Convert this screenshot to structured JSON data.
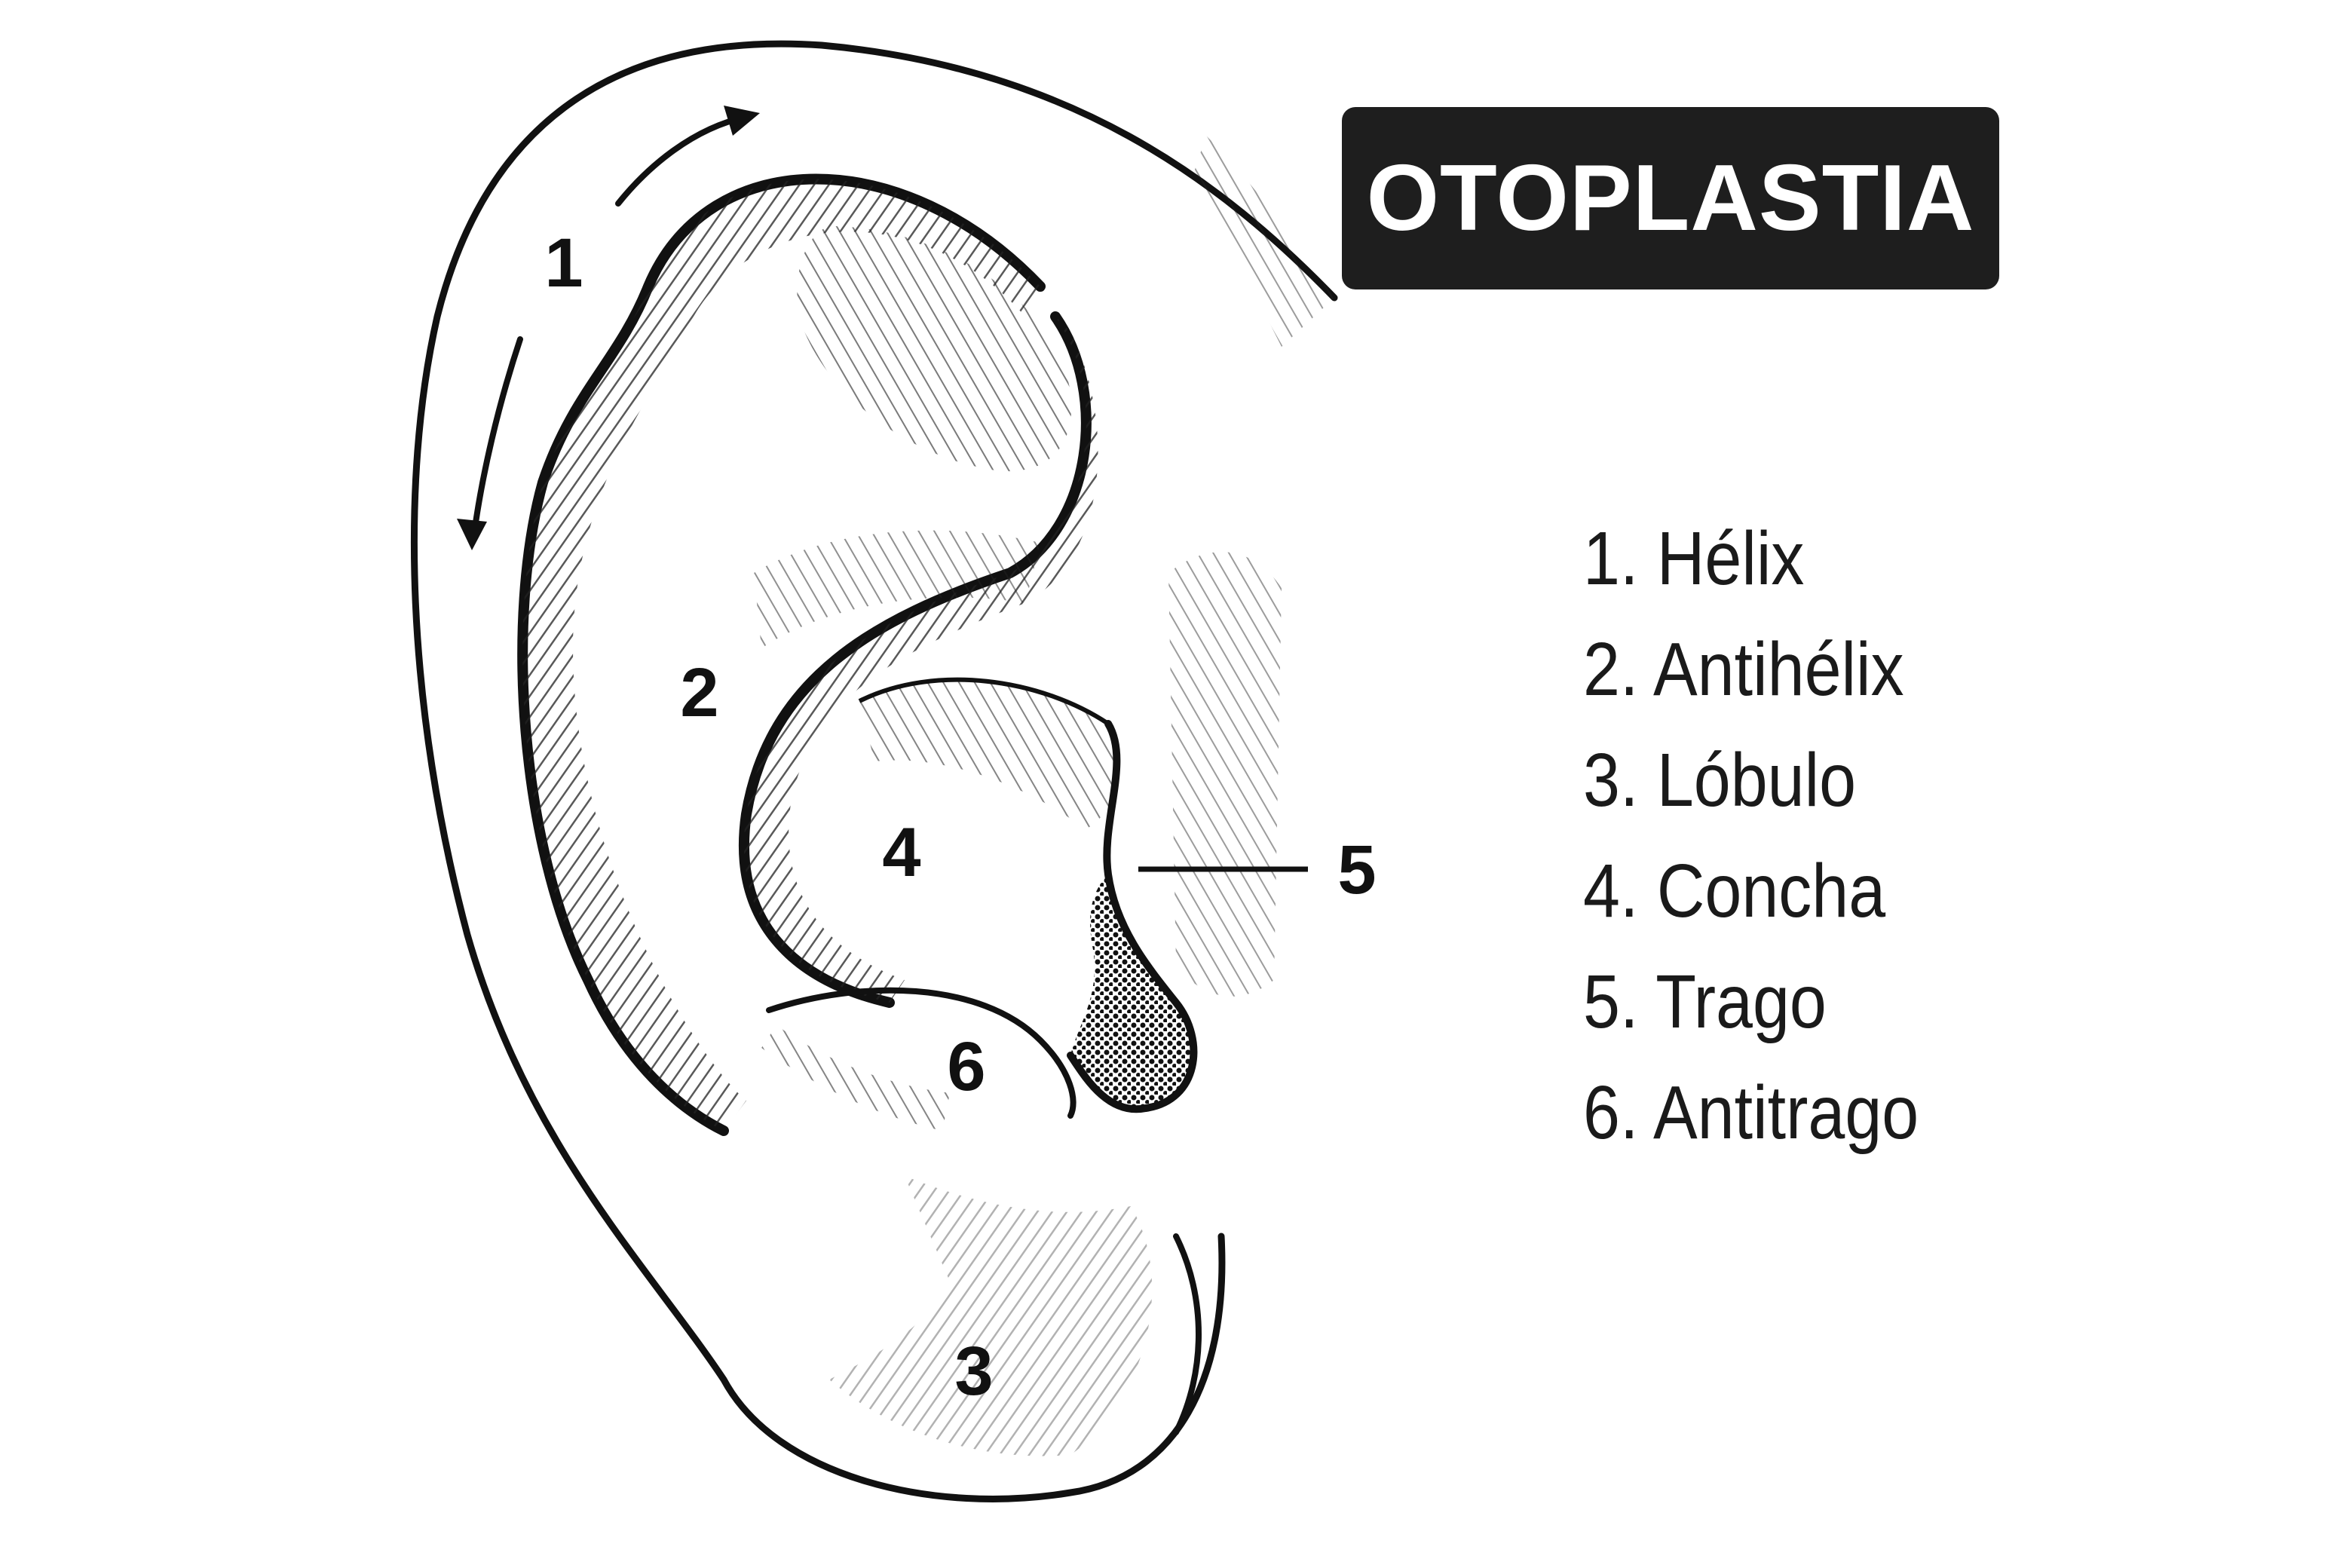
{
  "title": "OTOPLASTIA",
  "callouts": {
    "helix": "1",
    "antihelix": "2",
    "lobule": "3",
    "concha": "4",
    "tragus": "5",
    "antitragus": "6"
  },
  "legend": [
    {
      "label": "1. Hélix"
    },
    {
      "label": "2. Antihélix"
    },
    {
      "label": "3. Lóbulo"
    },
    {
      "label": "4. Concha"
    },
    {
      "label": "5. Trago"
    },
    {
      "label": "6. Antitrago"
    }
  ],
  "colors": {
    "ink": "#111111",
    "badge": "#1e1e1e",
    "badge_text": "#ffffff",
    "background": "#ffffff"
  }
}
